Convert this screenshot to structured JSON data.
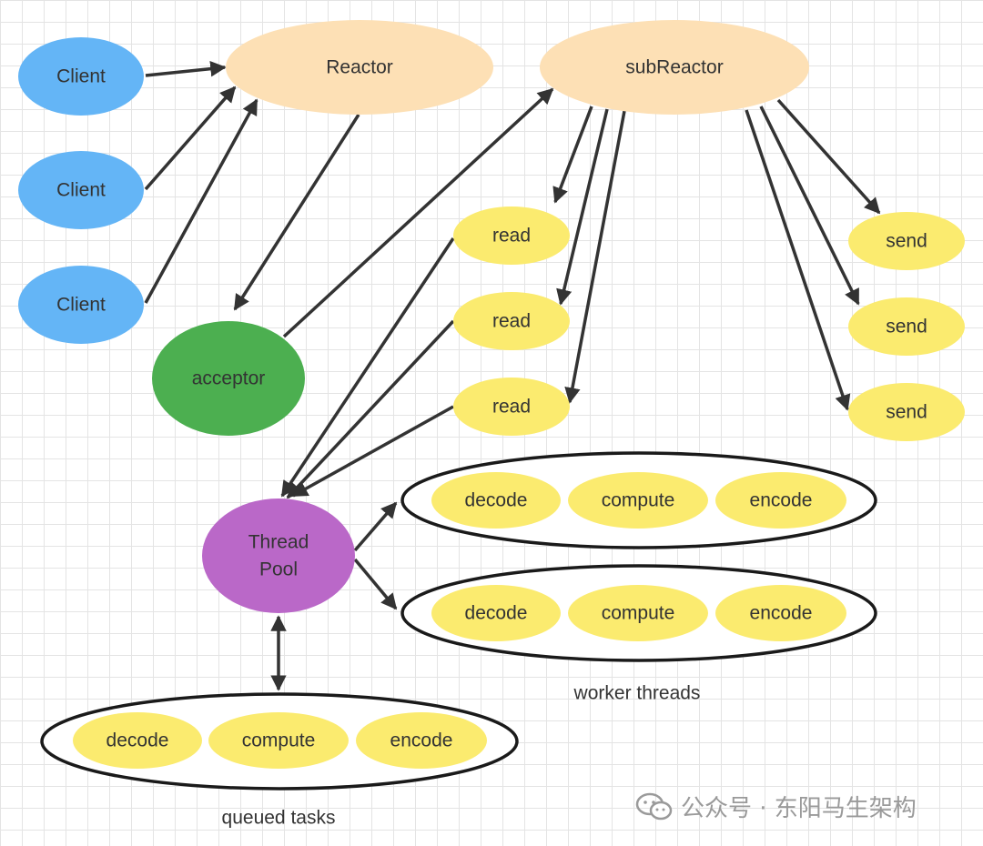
{
  "colors": {
    "client": "#64b5f6",
    "reactor": "#fde0b5",
    "acceptor": "#4caf50",
    "handler": "#fbeb6f",
    "thread_pool": "#ba68c8",
    "ring_fill": "#ffffff",
    "ring_stroke": "#1a1a1a",
    "arrow": "#333333",
    "text": "#333333"
  },
  "nodes": {
    "client_1": "Client",
    "client_2": "Client",
    "client_3": "Client",
    "reactor": "Reactor",
    "subreactor": "subReactor",
    "acceptor": "acceptor",
    "read_1": "read",
    "read_2": "read",
    "read_3": "read",
    "send_1": "send",
    "send_2": "send",
    "send_3": "send",
    "thread_pool": [
      "Thread",
      "Pool"
    ]
  },
  "worker_threads": {
    "label": "worker threads",
    "groups": [
      [
        "decode",
        "compute",
        "encode"
      ],
      [
        "decode",
        "compute",
        "encode"
      ]
    ]
  },
  "queued_tasks": {
    "label": "queued tasks",
    "tasks": [
      "decode",
      "compute",
      "encode"
    ]
  },
  "watermark": {
    "icon": "wechat-icon",
    "text": "公众号 · 东阳马生架构"
  }
}
